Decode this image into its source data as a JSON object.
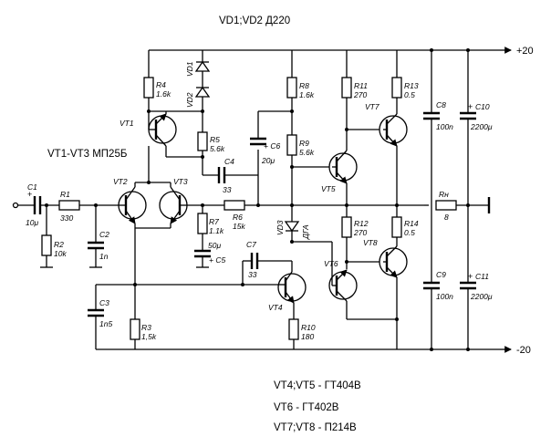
{
  "notes": {
    "diodes": "VD1;VD2   Д220",
    "input_transistors": "VT1-VT3   МП25Б",
    "vt4_vt5": "VT4;VT5 - ГТ404В",
    "vt6": "VT6 - ГТ402В",
    "vt7_vt8": "VT7;VT8 - П214В"
  },
  "rails": {
    "positive": "+20",
    "negative": "-20"
  },
  "components": {
    "c1": {
      "ref": "C1",
      "value": "10μ"
    },
    "r1": {
      "ref": "R1",
      "value": "330"
    },
    "r2": {
      "ref": "R2",
      "value": "10k"
    },
    "c2": {
      "ref": "C2",
      "value": "1n"
    },
    "vt1": {
      "ref": "VT1"
    },
    "vt2": {
      "ref": "VT2"
    },
    "vt3": {
      "ref": "VT3"
    },
    "r3": {
      "ref": "R3",
      "value": "1,5k"
    },
    "c3": {
      "ref": "C3",
      "value": "1n5"
    },
    "r4": {
      "ref": "R4",
      "value": "1.6k"
    },
    "vd1": {
      "ref": "VD1"
    },
    "vd2": {
      "ref": "VD2"
    },
    "r5": {
      "ref": "R5",
      "value": "5.6k"
    },
    "c4": {
      "ref": "C4",
      "value": "33"
    },
    "r6": {
      "ref": "R6",
      "value": "15k"
    },
    "r7": {
      "ref": "R7",
      "value": "1.1k"
    },
    "c5": {
      "ref": "+ C5",
      "value": "50μ"
    },
    "c6": {
      "ref": "+ C6",
      "value": "20μ"
    },
    "r8": {
      "ref": "R8",
      "value": "1.6k"
    },
    "r9": {
      "ref": "R9",
      "value": "5.6k"
    },
    "vd3": {
      "ref": "VD3",
      "value": "ДГА"
    },
    "c7": {
      "ref": "C7",
      "value": "33"
    },
    "vt4": {
      "ref": "VT4"
    },
    "r10": {
      "ref": "R10",
      "value": "180"
    },
    "vt5": {
      "ref": "VT5"
    },
    "r11": {
      "ref": "R11",
      "value": "270"
    },
    "vt7": {
      "ref": "VT7"
    },
    "r13": {
      "ref": "R13",
      "value": "0.5"
    },
    "r12": {
      "ref": "R12",
      "value": "270"
    },
    "vt6": {
      "ref": "VT6"
    },
    "r14": {
      "ref": "R14",
      "value": "0.5"
    },
    "vt8": {
      "ref": "VT8"
    },
    "c8": {
      "ref": "C8",
      "value": "100n"
    },
    "c9": {
      "ref": "C9",
      "value": "100n"
    },
    "rload": {
      "ref": "Rн",
      "value": "8"
    },
    "c10": {
      "ref": "C10",
      "value": "2200μ"
    },
    "c11": {
      "ref": "C11",
      "value": "2200μ"
    }
  }
}
